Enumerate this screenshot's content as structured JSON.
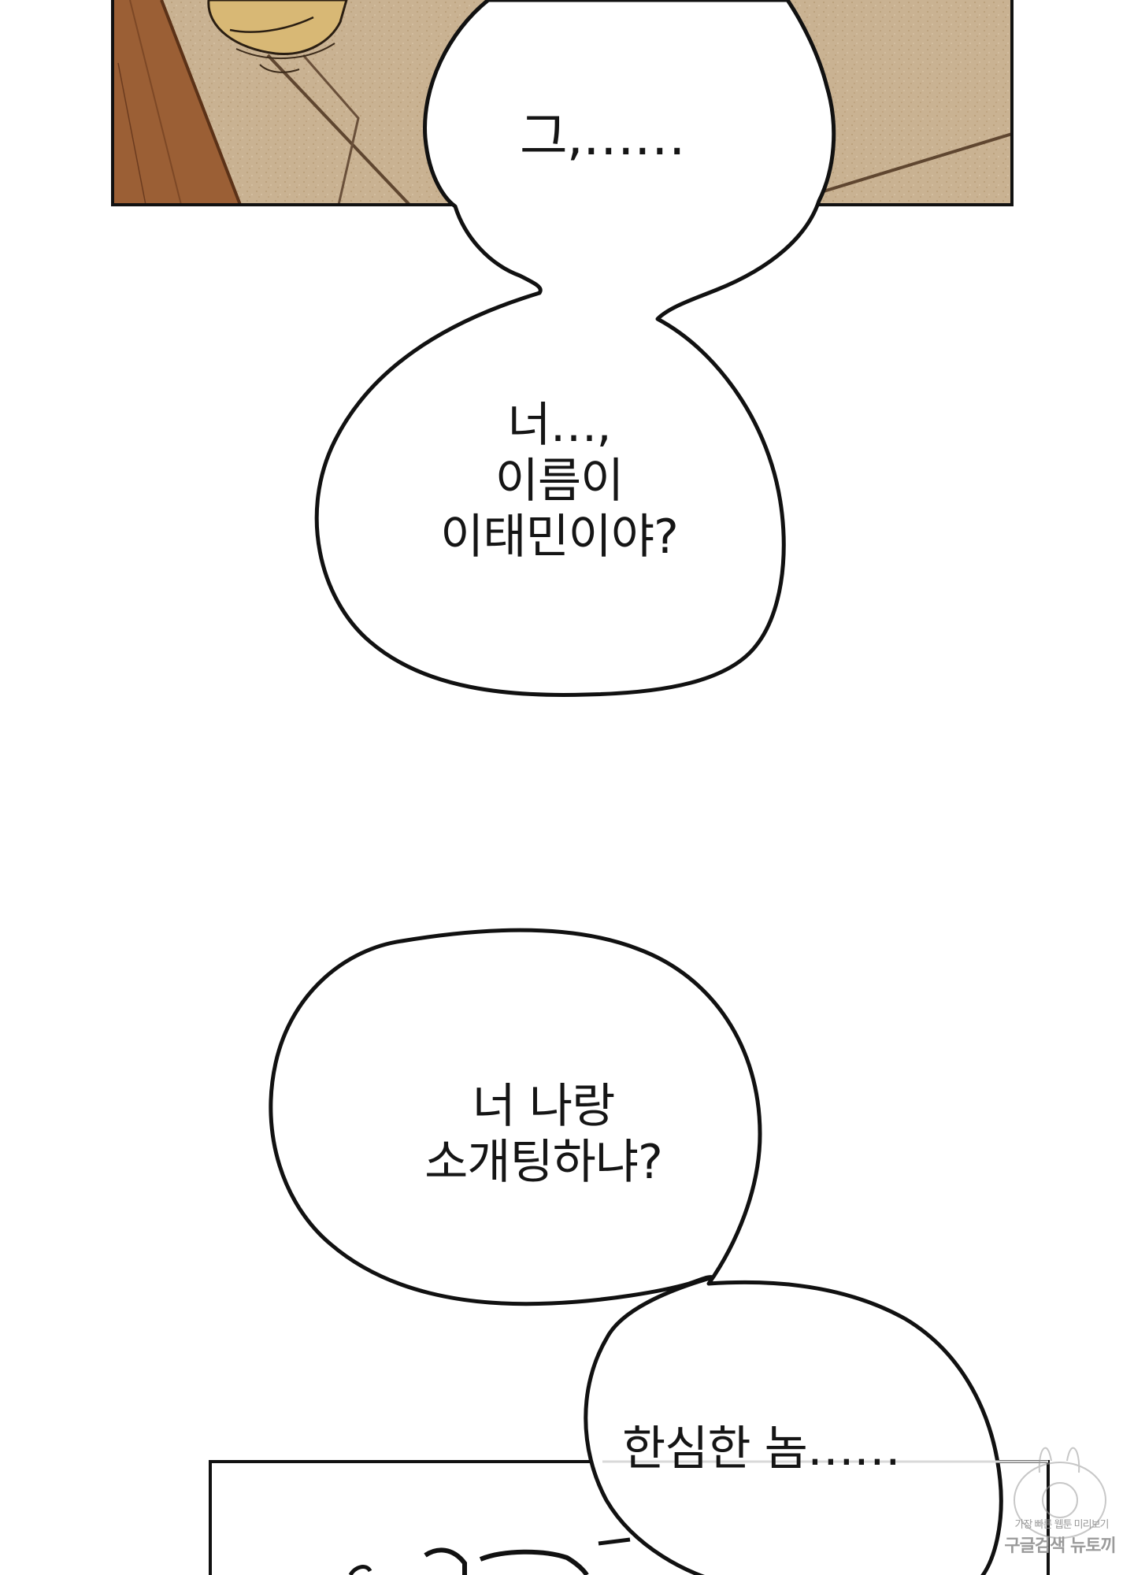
{
  "panels": {
    "top_panel_art": "floor-scene",
    "bottom_panel_art": "sfx-panel"
  },
  "bubbles": [
    {
      "text": "그,……"
    },
    {
      "text": "너…,\n이름이\n이태민이야?"
    },
    {
      "text": "너 나랑\n소개팅하냐?"
    },
    {
      "text": "한심한 놈……"
    }
  ],
  "watermark": {
    "line1": "가장 빠른 웹툰 미리보기",
    "line2": "구글검색 뉴토끼"
  },
  "colors": {
    "floor": "#c7b08f",
    "floor_dark": "#a9865d",
    "wood": "#9a5f34",
    "outline": "#111111",
    "bubble_fill": "#ffffff"
  }
}
